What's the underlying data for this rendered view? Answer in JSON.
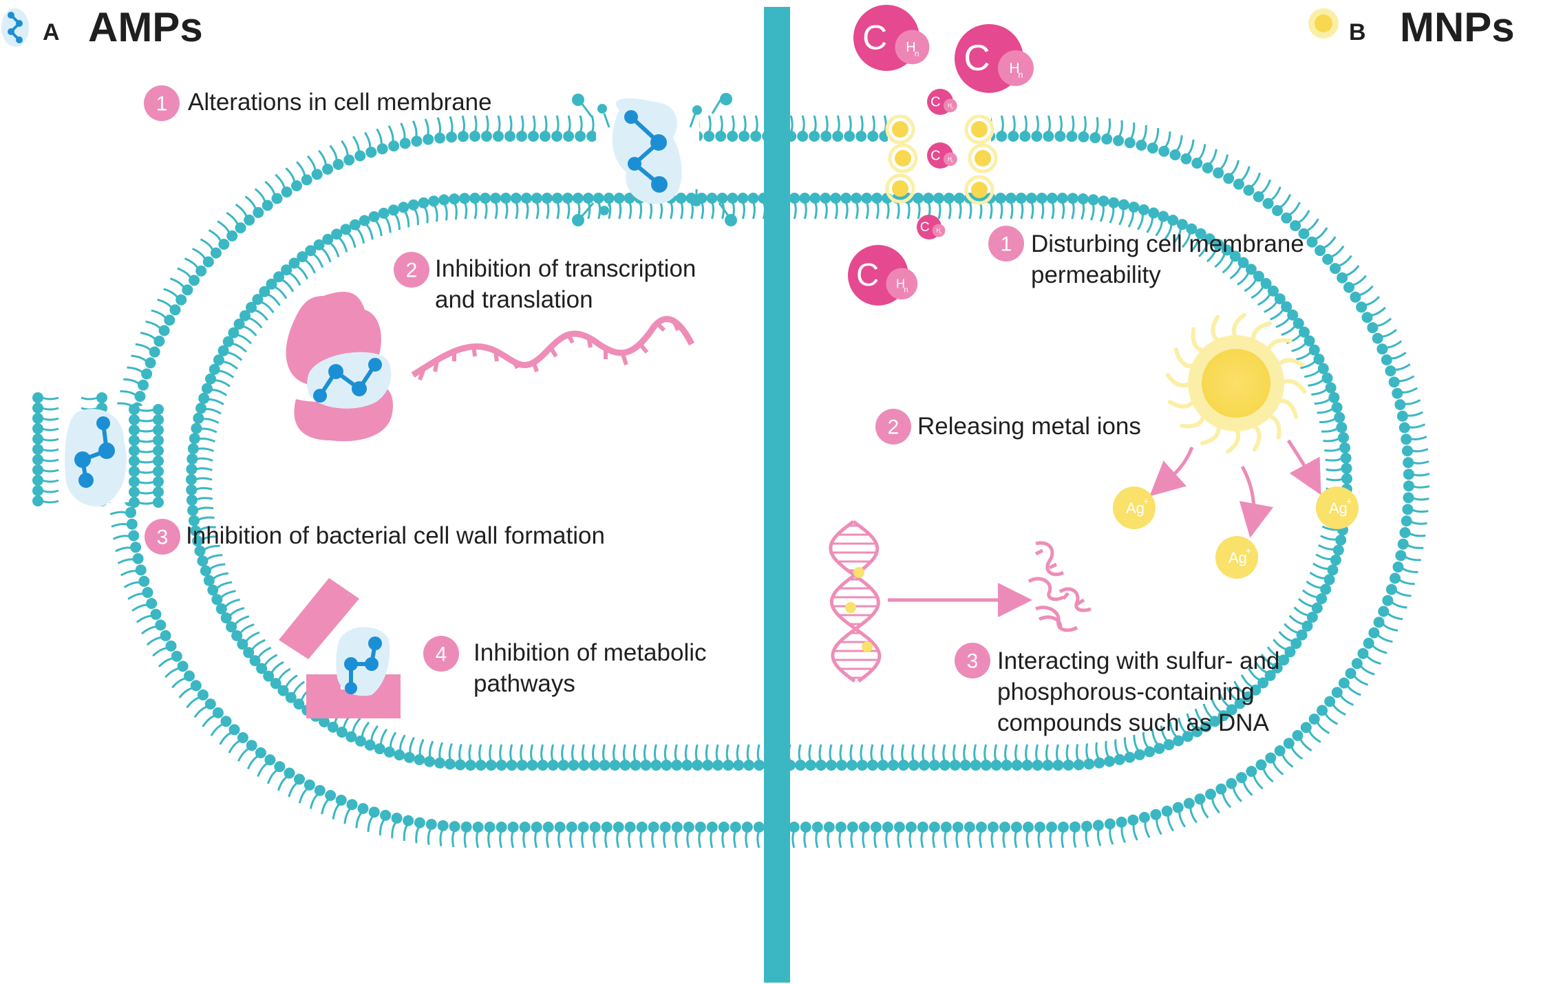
{
  "colors": {
    "membrane": "#3BB7C3",
    "divider": "#3BB7C3",
    "badge": "#EC8BB8",
    "pink": "#EE8DB8",
    "carbon": "#E5498F",
    "carbon_light": "#EE86B5",
    "peptide": "#1C8FD4",
    "peptide_halo": "#DCEFF8",
    "nanoparticle": "#F9E16A",
    "nanoparticle_glow": "#FBEFA7",
    "text": "#1f1f1f"
  },
  "panel_a": {
    "letter": "A",
    "title": "AMPs",
    "icon": "peptide-icon",
    "steps": [
      {
        "num": "1",
        "lines": [
          "Alterations in cell membrane"
        ]
      },
      {
        "num": "2",
        "lines": [
          "Inhibition of transcription",
          "and translation"
        ]
      },
      {
        "num": "3",
        "lines": [
          "Inhibition of bacterial cell wall formation"
        ]
      },
      {
        "num": "4",
        "lines": [
          "Inhibition of metabolic",
          "pathways"
        ]
      }
    ]
  },
  "panel_b": {
    "letter": "B",
    "title": "MNPs",
    "icon": "nanoparticle-icon",
    "carbon_symbol": "C",
    "carbon_subscript": "H",
    "carbon_subscript_n": "n",
    "ion_label": "Ag",
    "ion_charge": "+",
    "steps": [
      {
        "num": "1",
        "lines": [
          "Disturbing cell membrane",
          "permeability"
        ]
      },
      {
        "num": "2",
        "lines": [
          "Releasing metal ions"
        ]
      },
      {
        "num": "3",
        "lines": [
          "Interacting with sulfur- and",
          "phosphorous-containing",
          "compounds such as DNA"
        ]
      }
    ]
  }
}
